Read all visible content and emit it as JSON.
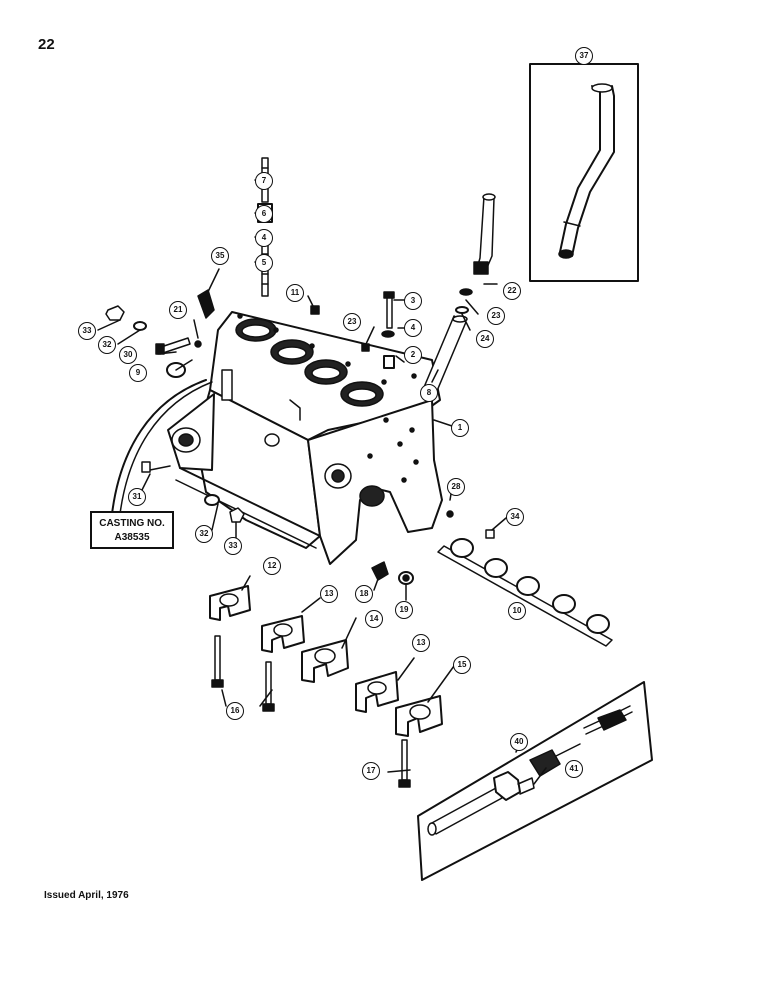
{
  "page_number": "22",
  "issued": "Issued April, 1976",
  "casting": {
    "line1": "CASTING NO.",
    "line2": "A38535"
  },
  "callouts": [
    "37",
    "7",
    "6",
    "4",
    "5",
    "35",
    "11",
    "3",
    "22",
    "23",
    "21",
    "23",
    "4",
    "24",
    "33",
    "32",
    "30",
    "2",
    "9",
    "8",
    "1",
    "31",
    "28",
    "34",
    "32",
    "33",
    "12",
    "18",
    "19",
    "13",
    "14",
    "10",
    "16",
    "13",
    "15",
    "40",
    "17",
    "41"
  ]
}
